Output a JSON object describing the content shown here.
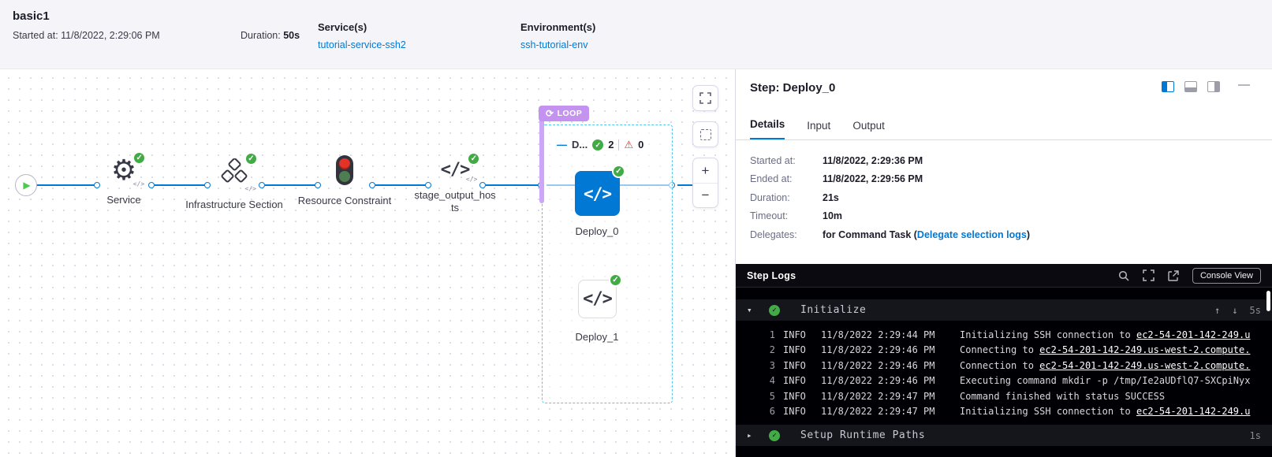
{
  "header": {
    "title": "basic1",
    "started": "Started at: 11/8/2022, 2:29:06 PM",
    "duration_label": "Duration: ",
    "duration_value": "50s",
    "services_label": "Service(s)",
    "services_value": "tutorial-service-ssh2",
    "environments_label": "Environment(s)",
    "environments_value": "ssh-tutorial-env"
  },
  "canvas": {
    "nodes": [
      {
        "label": "Service"
      },
      {
        "label": "Infrastructure Section"
      },
      {
        "label": "Resource Constraint"
      },
      {
        "label": "stage_output_hosts"
      }
    ],
    "loop": {
      "badge": "LOOP",
      "title": "D...",
      "success_count": "2",
      "failed_count": "0",
      "steps": [
        {
          "label": "Deploy_0"
        },
        {
          "label": "Deploy_1"
        }
      ]
    }
  },
  "panel": {
    "title": "Step: Deploy_0",
    "tabs": [
      {
        "label": "Details"
      },
      {
        "label": "Input"
      },
      {
        "label": "Output"
      }
    ],
    "details": {
      "rows": [
        {
          "label": "Started at:",
          "value": "11/8/2022, 2:29:36 PM"
        },
        {
          "label": "Ended at:",
          "value": "11/8/2022, 2:29:56 PM"
        },
        {
          "label": "Duration:",
          "value": "21s"
        },
        {
          "label": "Timeout:",
          "value": "10m"
        }
      ],
      "delegates": {
        "label": "Delegates:",
        "prefix": "for Command Task (",
        "link": "Delegate selection logs",
        "suffix": ")"
      }
    }
  },
  "console": {
    "title": "Step Logs",
    "console_view": "Console View",
    "groups": [
      {
        "name": "Initialize",
        "duration": "5s"
      },
      {
        "name": "Setup Runtime Paths",
        "duration": "1s"
      }
    ],
    "lines": [
      {
        "num": "1",
        "level": "INFO",
        "time": "11/8/2022 2:29:44 PM",
        "text": "Initializing SSH connection to ",
        "link": "ec2-54-201-142-249.u"
      },
      {
        "num": "2",
        "level": "INFO",
        "time": "11/8/2022 2:29:46 PM",
        "text": "Connecting to ",
        "link": "ec2-54-201-142-249.us-west-2.compute."
      },
      {
        "num": "3",
        "level": "INFO",
        "time": "11/8/2022 2:29:46 PM",
        "text": "Connection to ",
        "link": "ec2-54-201-142-249.us-west-2.compute."
      },
      {
        "num": "4",
        "level": "INFO",
        "time": "11/8/2022 2:29:46 PM",
        "text": "Executing command mkdir -p /tmp/Ie2aUDflQ7-SXCpiNyx",
        "link": ""
      },
      {
        "num": "5",
        "level": "INFO",
        "time": "11/8/2022 2:29:47 PM",
        "text": "Command finished with status SUCCESS",
        "link": ""
      },
      {
        "num": "6",
        "level": "INFO",
        "time": "11/8/2022 2:29:47 PM",
        "text": "Initializing SSH connection to ",
        "link": "ec2-54-201-142-249.u"
      }
    ]
  },
  "icons": {
    "play": "▶",
    "gear": "⚙",
    "code": "</>",
    "check": "✓",
    "warning": "⚠",
    "loop": "⟳",
    "plus": "+",
    "minus": "−",
    "collapse_dash": "—",
    "chevron_down": "▾",
    "chevron_right": "▸",
    "arrow_up": "↑",
    "arrow_down": "↓",
    "panel_minimize": "—"
  },
  "colors": {
    "accent_blue": "#0278d5",
    "success_green": "#42ab45",
    "error_red": "#e43326",
    "loop_purple": "#c493f0",
    "loop_border_teal": "#57c6ee"
  }
}
